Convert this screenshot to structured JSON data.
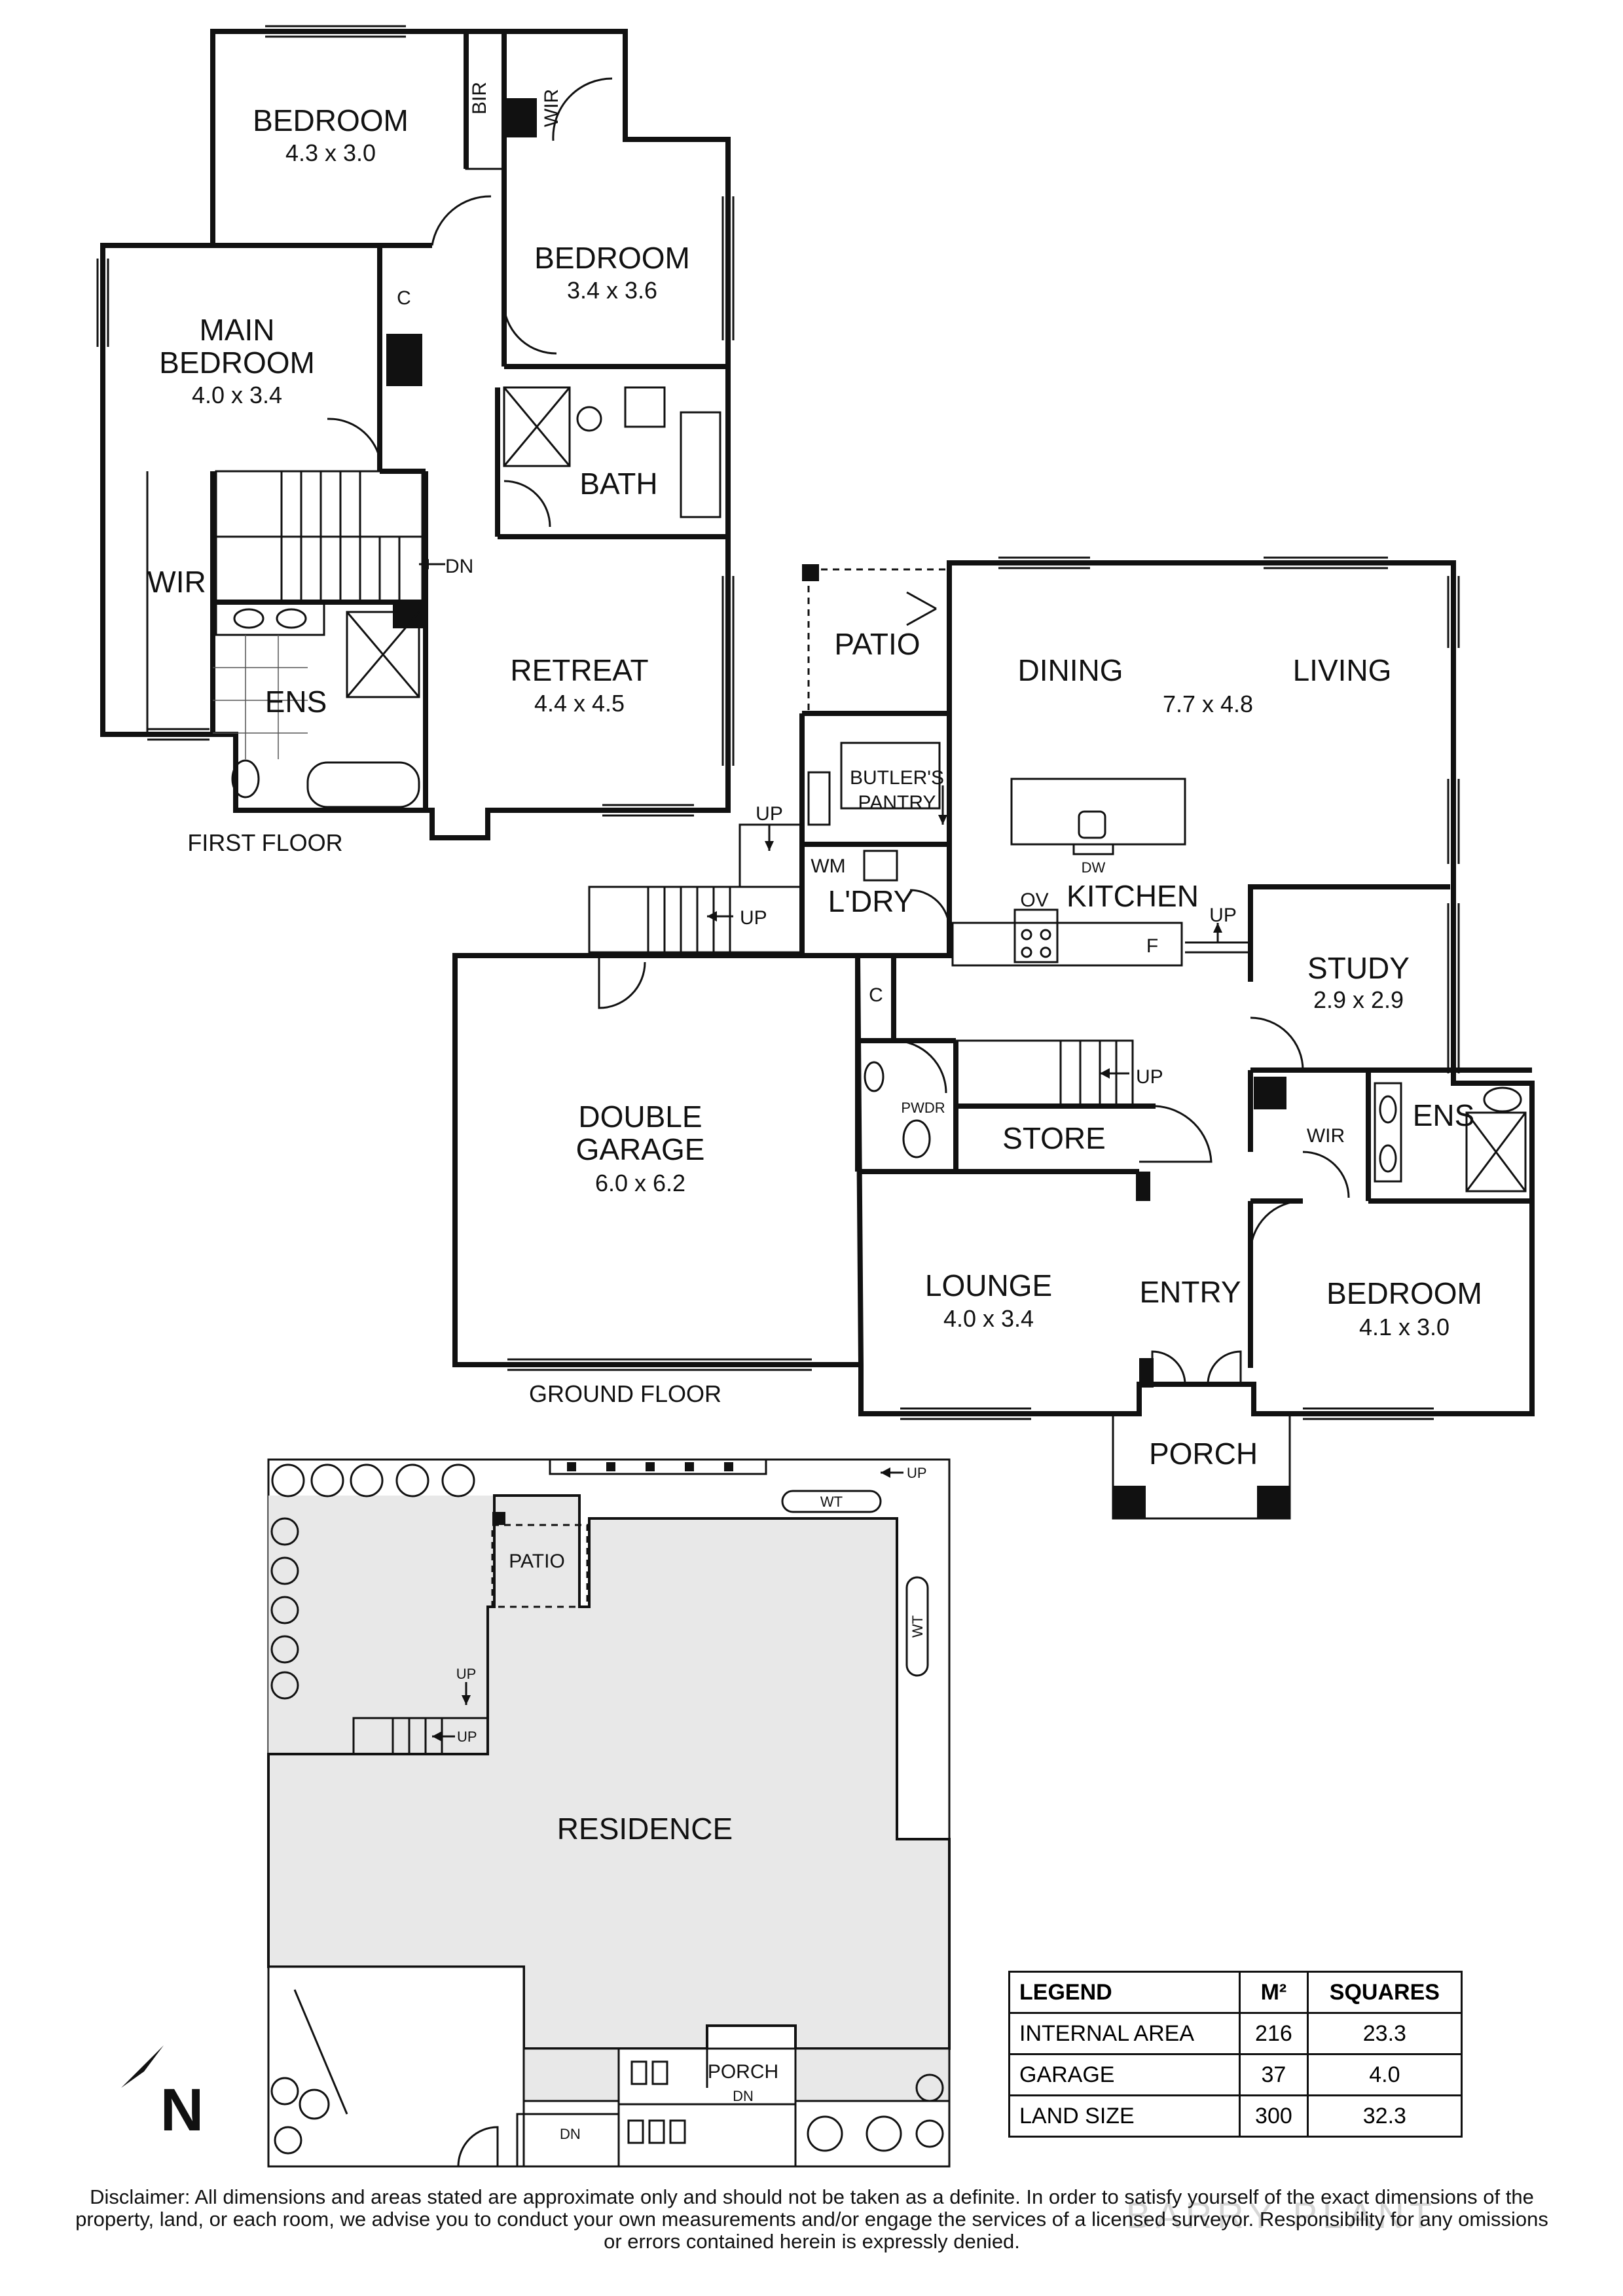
{
  "floors": {
    "first": "FIRST FLOOR",
    "ground": "GROUND FLOOR"
  },
  "first_floor_rooms": {
    "bedroom_a": {
      "name": "BEDROOM",
      "dim": "4.3 x 3.0"
    },
    "bedroom_b": {
      "name": "BEDROOM",
      "dim": "3.4 x 3.6"
    },
    "main_bedroom": {
      "name_line1": "MAIN",
      "name_line2": "BEDROOM",
      "dim": "4.0 x 3.4"
    },
    "retreat": {
      "name": "RETREAT",
      "dim": "4.4 x 4.5"
    },
    "bath": "BATH",
    "ens": "ENS",
    "wir": "WIR",
    "wir_top": "WIR",
    "bir": "BIR",
    "c": "C",
    "dn": "DN"
  },
  "ground_floor_rooms": {
    "patio": "PATIO",
    "dining": "DINING",
    "living": "LIVING",
    "dining_living_dim": "7.7 x 4.8",
    "butlers_line1": "BUTLER'S",
    "butlers_line2": "PANTRY",
    "kitchen": "KITCHEN",
    "ov": "OV",
    "dw": "DW",
    "f": "F",
    "wm": "WM",
    "ldry": "L'DRY",
    "up_a": "UP",
    "up_b": "UP",
    "up_c": "UP",
    "up_d": "UP",
    "study": {
      "name": "STUDY",
      "dim": "2.9 x 2.9"
    },
    "c": "C",
    "pwdr": "PWDR",
    "store": "STORE",
    "wir": "WIR",
    "ens": "ENS",
    "garage_line1": "DOUBLE",
    "garage_line2": "GARAGE",
    "garage_dim": "6.0 x 6.2",
    "lounge": {
      "name": "LOUNGE",
      "dim": "4.0 x 3.4"
    },
    "entry": "ENTRY",
    "bedroom": {
      "name": "BEDROOM",
      "dim": "4.1 x 3.0"
    },
    "porch": "PORCH"
  },
  "site_plan": {
    "residence": "RESIDENCE",
    "patio": "PATIO",
    "porch": "PORCH",
    "wt_top": "WT",
    "wt_side": "WT",
    "up_top": "UP",
    "up_side": "UP",
    "up_stair": "UP",
    "dn_left": "DN",
    "dn_porch": "DN",
    "north": "N"
  },
  "legend": {
    "headers": [
      "LEGEND",
      "M²",
      "SQUARES"
    ],
    "rows": [
      {
        "label": "INTERNAL AREA",
        "m2": "216",
        "squares": "23.3"
      },
      {
        "label": "GARAGE",
        "m2": "37",
        "squares": "4.0"
      },
      {
        "label": "LAND SIZE",
        "m2": "300",
        "squares": "32.3"
      }
    ]
  },
  "disclaimer": "Disclaimer: All dimensions and areas stated are approximate only and should not be taken as a definite. In order to satisfy yourself of the exact dimensions of the property, land, or each room, we advise you to conduct your own measurements and/or engage the services of a licensed surveyor. Responsibility for any omissions or errors contained herein is expressly denied.",
  "watermark": "BARRY PLANT"
}
